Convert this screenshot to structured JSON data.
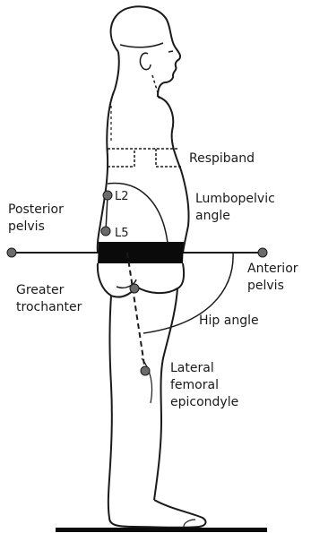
{
  "labels": {
    "respiband": "Respiband",
    "lumbopelvic_line1": "Lumbopelvic",
    "lumbopelvic_line2": "angle",
    "posterior_line1": "Posterior",
    "posterior_line2": "pelvis",
    "l2": "L2",
    "l5": "L5",
    "anterior_line1": "Anterior",
    "anterior_line2": "pelvis",
    "greater_line1": "Greater",
    "greater_line2": "trochanter",
    "hip_angle": "Hip angle",
    "lateral_line1": "Lateral",
    "lateral_line2": "femoral",
    "lateral_line3": "epicondyle"
  },
  "colors": {
    "outline": "#1a1a1a",
    "marker": "#6b6b6b",
    "band": "#0a0a0a"
  }
}
